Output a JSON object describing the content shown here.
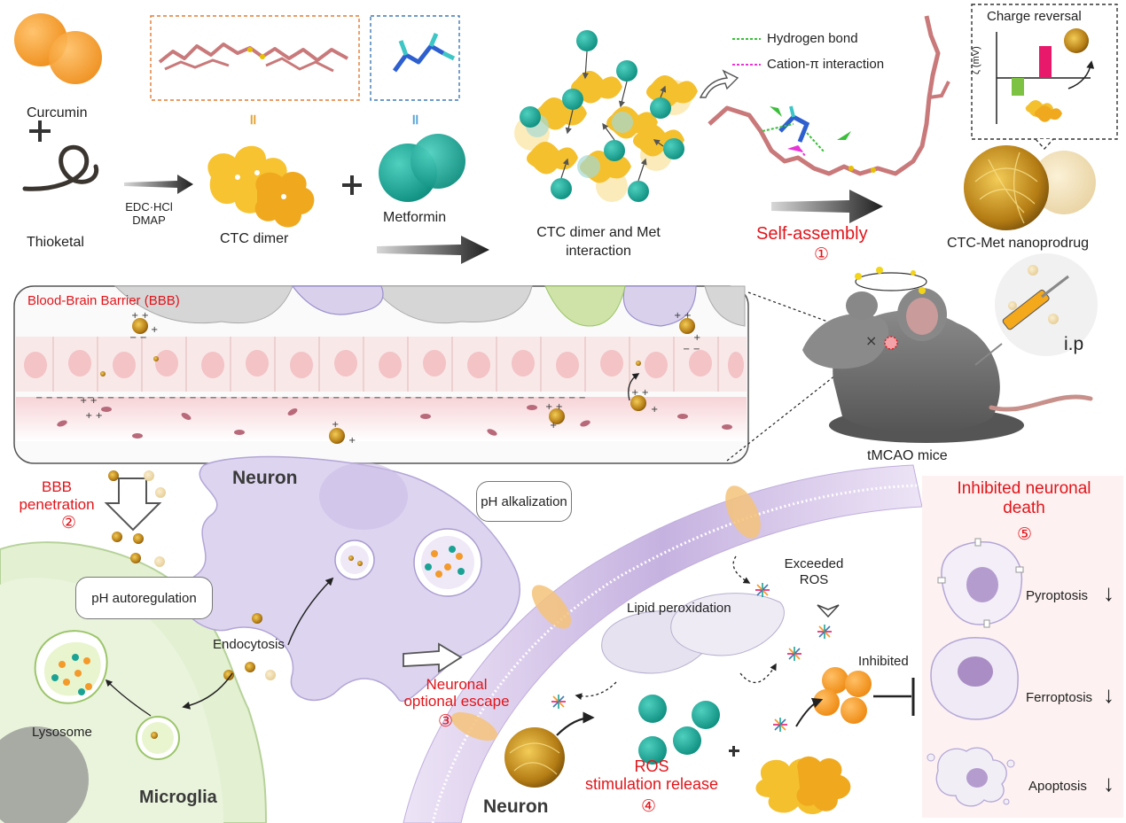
{
  "top": {
    "curcumin": "Curcumin",
    "thioketal": "Thioketal",
    "reagents_line1": "EDC·HCl",
    "reagents_line2": "DMAP",
    "ctc_dimer": "CTC dimer",
    "metformin": "Metformin",
    "interaction_line1": "CTC dimer and Met",
    "interaction_line2": "interaction",
    "legend_hbond": "Hydrogen bond",
    "legend_cation": "Cation-π interaction",
    "self_assembly": "Self-assembly",
    "step1": "①",
    "charge_reversal": "Charge reversal",
    "zeta_axis": "ζ (mV)",
    "nanoprodrug": "CTC-Met nanoprodrug"
  },
  "middle": {
    "bbb_title": "Blood-Brain Barrier (BBB)",
    "injection": "i.p",
    "mice": "tMCAO mice"
  },
  "bottom": {
    "bbb_penetration_1": "BBB",
    "bbb_penetration_2": "penetration",
    "step2": "②",
    "neuron_top": "Neuron",
    "ph_alkalization": "pH alkalization",
    "ph_autoregulation": "pH autoregulation",
    "endocytosis": "Endocytosis",
    "lysosome": "Lysosome",
    "microglia": "Microglia",
    "escape_1": "Neuronal",
    "escape_2": "optional escape",
    "step3": "③",
    "lipid_peroxidation": "Lipid peroxidation",
    "exceeded_ros_1": "Exceeded",
    "exceeded_ros_2": "ROS",
    "inhibited": "Inhibited",
    "ros_release_1": "ROS",
    "ros_release_2": "stimulation release",
    "step4": "④",
    "neuron_bottom": "Neuron",
    "death_title_1": "Inhibited neuronal",
    "death_title_2": "death",
    "step5": "⑤",
    "pyroptosis": "Pyroptosis",
    "ferroptosis": "Ferroptosis",
    "apoptosis": "Apoptosis",
    "down_arrow": "↓"
  },
  "colors": {
    "curcumin": "#f39a2a",
    "metformin": "#1aa394",
    "red_text": "#e1151b",
    "nanoparticle": "#c8901c",
    "neuron": "#d9d1ec",
    "microglia": "#e3f0d2",
    "membrane": "#c9b6e2"
  }
}
